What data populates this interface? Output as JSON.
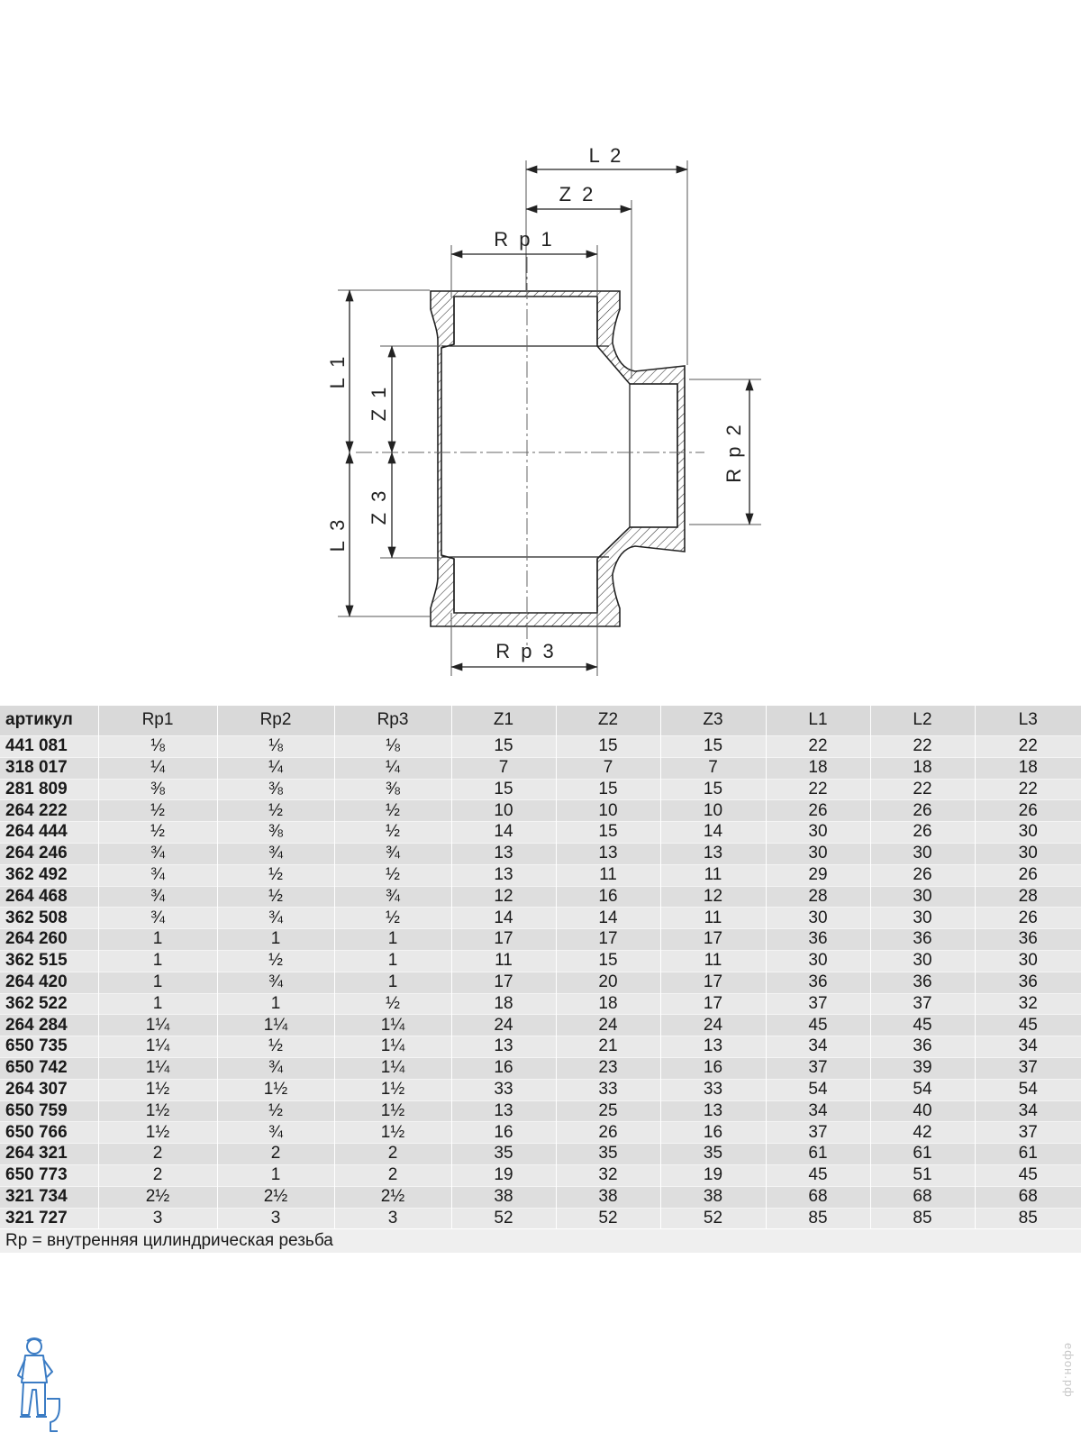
{
  "drawing": {
    "dimension_labels": {
      "l2": "L 2",
      "z2": "Z 2",
      "rp1": "R p 1",
      "l1": "L 1",
      "z1": "Z 1",
      "rp2": "R p 2",
      "z3": "Z 3",
      "l3": "L 3",
      "rp3": "R p 3"
    }
  },
  "table": {
    "headers": [
      "артикул",
      "Rp1",
      "Rp2",
      "Rp3",
      "Z1",
      "Z2",
      "Z3",
      "L1",
      "L2",
      "L3"
    ],
    "rows": [
      [
        "441 081",
        "⅛",
        "⅛",
        "⅛",
        "15",
        "15",
        "15",
        "22",
        "22",
        "22"
      ],
      [
        "318 017",
        "¼",
        "¼",
        "¼",
        "7",
        "7",
        "7",
        "18",
        "18",
        "18"
      ],
      [
        "281 809",
        "⅜",
        "⅜",
        "⅜",
        "15",
        "15",
        "15",
        "22",
        "22",
        "22"
      ],
      [
        "264 222",
        "½",
        "½",
        "½",
        "10",
        "10",
        "10",
        "26",
        "26",
        "26"
      ],
      [
        "264 444",
        "½",
        "⅜",
        "½",
        "14",
        "15",
        "14",
        "30",
        "26",
        "30"
      ],
      [
        "264 246",
        "¾",
        "¾",
        "¾",
        "13",
        "13",
        "13",
        "30",
        "30",
        "30"
      ],
      [
        "362 492",
        "¾",
        "½",
        "½",
        "13",
        "11",
        "11",
        "29",
        "26",
        "26"
      ],
      [
        "264 468",
        "¾",
        "½",
        "¾",
        "12",
        "16",
        "12",
        "28",
        "30",
        "28"
      ],
      [
        "362 508",
        "¾",
        "¾",
        "½",
        "14",
        "14",
        "11",
        "30",
        "30",
        "26"
      ],
      [
        "264 260",
        "1",
        "1",
        "1",
        "17",
        "17",
        "17",
        "36",
        "36",
        "36"
      ],
      [
        "362 515",
        "1",
        "½",
        "1",
        "11",
        "15",
        "11",
        "30",
        "30",
        "30"
      ],
      [
        "264 420",
        "1",
        "¾",
        "1",
        "17",
        "20",
        "17",
        "36",
        "36",
        "36"
      ],
      [
        "362 522",
        "1",
        "1",
        "½",
        "18",
        "18",
        "17",
        "37",
        "37",
        "32"
      ],
      [
        "264 284",
        "1¼",
        "1¼",
        "1¼",
        "24",
        "24",
        "24",
        "45",
        "45",
        "45"
      ],
      [
        "650 735",
        "1¼",
        "½",
        "1¼",
        "13",
        "21",
        "13",
        "34",
        "36",
        "34"
      ],
      [
        "650 742",
        "1¼",
        "¾",
        "1¼",
        "16",
        "23",
        "16",
        "37",
        "39",
        "37"
      ],
      [
        "264 307",
        "1½",
        "1½",
        "1½",
        "33",
        "33",
        "33",
        "54",
        "54",
        "54"
      ],
      [
        "650 759",
        "1½",
        "½",
        "1½",
        "13",
        "25",
        "13",
        "34",
        "40",
        "34"
      ],
      [
        "650 766",
        "1½",
        "¾",
        "1½",
        "16",
        "26",
        "16",
        "37",
        "42",
        "37"
      ],
      [
        "264 321",
        "2",
        "2",
        "2",
        "35",
        "35",
        "35",
        "61",
        "61",
        "61"
      ],
      [
        "650 773",
        "2",
        "1",
        "2",
        "19",
        "32",
        "19",
        "45",
        "51",
        "45"
      ],
      [
        "321 734",
        "2½",
        "2½",
        "2½",
        "38",
        "38",
        "38",
        "68",
        "68",
        "68"
      ],
      [
        "321 727",
        "3",
        "3",
        "3",
        "52",
        "52",
        "52",
        "85",
        "85",
        "85"
      ]
    ]
  },
  "footnote": "Rp = внутренняя цилиндрическая резьба",
  "watermark": "ефон.рф",
  "icons": {
    "logo": "plumber-mascot-icon"
  },
  "colors": {
    "header_bg": "#d9d9d9",
    "row_bg_odd": "#e9e9e9",
    "row_bg_even": "#dedede",
    "hatch": "#333333",
    "mascot": "#3b7cc4"
  }
}
